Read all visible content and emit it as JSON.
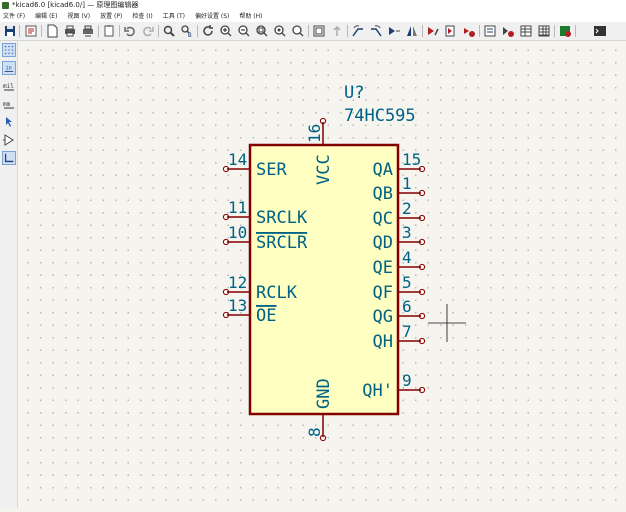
{
  "window": {
    "title": "*kicad6.0 [kicad6.0/] — 原理图编辑器"
  },
  "menu": [
    {
      "label": "文件 (F)"
    },
    {
      "label": "编辑 (E)"
    },
    {
      "label": "视图 (V)"
    },
    {
      "label": "放置 (P)"
    },
    {
      "label": "检查 (I)"
    },
    {
      "label": "工具 (T)"
    },
    {
      "label": "偏好设置 (S)"
    },
    {
      "label": "帮助 (H)"
    }
  ],
  "toolbar_icons": [
    "save-icon",
    "schematic-setup-icon",
    "page-settings-icon",
    "print-icon",
    "plot-icon",
    "paste-icon",
    "undo-icon",
    "redo-icon",
    "find-icon",
    "find-replace-icon",
    "refresh-icon",
    "zoom-in-icon",
    "zoom-out-icon",
    "zoom-fit-icon",
    "zoom-object-icon",
    "zoom-tool-icon",
    "hierarchy-navigator-icon",
    "leave-sheet-icon",
    "rotate-ccw-icon",
    "rotate-cw-icon",
    "mirror-vertical-icon",
    "mirror-horizontal-icon",
    "symbol-editor-icon",
    "symbol-browser-icon",
    "annotate-icon",
    "erc-icon",
    "footprint-assign-icon",
    "symbol-fields-icon",
    "bom-icon",
    "pcb-editor-icon",
    "scripting-console-icon"
  ],
  "left_toolbar": [
    {
      "icon": "grid-icon",
      "active": true
    },
    {
      "label": "in"
    },
    {
      "label": "mil"
    },
    {
      "label": "mm"
    },
    {
      "icon": "cursor-icon"
    },
    {
      "icon": "hidden-pins-icon"
    },
    {
      "icon": "wire-angle-icon",
      "active": true
    }
  ],
  "colors": {
    "body_fill": "#ffffc2",
    "body_outline": "#840000",
    "pin": "#840000",
    "text": "#006284",
    "crosshair": "#111111"
  },
  "symbol": {
    "reference": "U?",
    "value": "74HC595",
    "pins_left": [
      {
        "number": "14",
        "name": "SER"
      },
      {
        "number": "11",
        "name": "SRCLK"
      },
      {
        "number": "10",
        "name": "SRCLR",
        "overbar": true
      },
      {
        "number": "12",
        "name": "RCLK"
      },
      {
        "number": "13",
        "name": "OE",
        "overbar": true
      }
    ],
    "pins_right": [
      {
        "number": "15",
        "name": "QA"
      },
      {
        "number": "1",
        "name": "QB"
      },
      {
        "number": "2",
        "name": "QC"
      },
      {
        "number": "3",
        "name": "QD"
      },
      {
        "number": "4",
        "name": "QE"
      },
      {
        "number": "5",
        "name": "QF"
      },
      {
        "number": "6",
        "name": "QG"
      },
      {
        "number": "7",
        "name": "QH"
      },
      {
        "number": "9",
        "name": "QH'"
      }
    ],
    "pin_top": {
      "number": "16",
      "name": "VCC"
    },
    "pin_bottom": {
      "number": "8",
      "name": "GND"
    }
  }
}
